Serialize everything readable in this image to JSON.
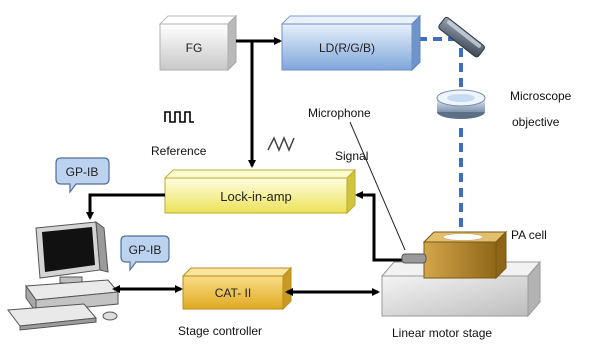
{
  "fg": "FG",
  "ld": "LD(R/G/B)",
  "reference": "Reference",
  "microphone": "Microphone",
  "signal": "Signal",
  "microscope_line1": "Microscope",
  "microscope_line2": "objective",
  "lockin": "Lock-in-amp",
  "gpib_top": "GP-IB",
  "gpib_bottom": "GP-IB",
  "pa_cell": "PA cell",
  "cat": "CAT- II",
  "stage_controller": "Stage controller",
  "linear_stage": "Linear motor stage",
  "colors": {
    "lockin_fill": "#f4f08a",
    "ld_fill": "#a9c6ec",
    "fg_fill": "#dcdcdc",
    "cat_fill": "#f2c74a",
    "pa_cell_fill": "#b58a2c",
    "callout_fill": "#bcd3ef",
    "laser_path": "#3f6ec0"
  }
}
